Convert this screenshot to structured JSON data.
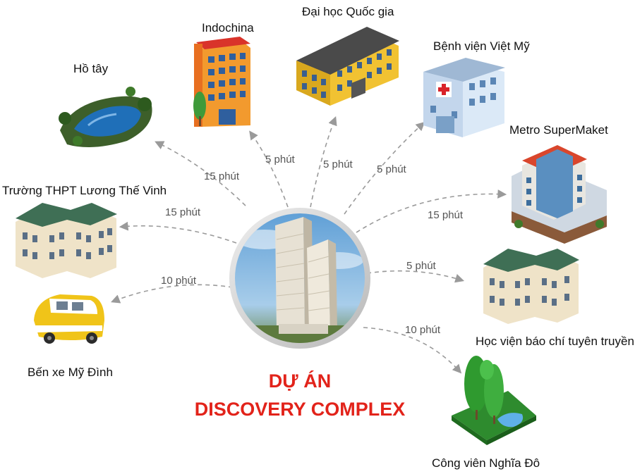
{
  "title": {
    "line1": "DỰ ÁN",
    "line2": "DISCOVERY COMPLEX",
    "color": "#e2231a"
  },
  "locations": {
    "ho_tay": {
      "label": "Hồ tây",
      "time": "15 phút"
    },
    "indochina": {
      "label": "Indochina",
      "time": "5 phút"
    },
    "dai_hoc": {
      "label": "Đại học Quốc gia",
      "time": "5 phút"
    },
    "benh_vien": {
      "label": "Bệnh viện Việt Mỹ",
      "time": "5 phút"
    },
    "metro": {
      "label": "Metro SuperMaket",
      "time": "15 phút"
    },
    "truong_thpt": {
      "label": "Trường THPT Lương Thế Vinh",
      "time": "15 phút"
    },
    "hoc_vien": {
      "label": "Học viện báo chí tuyên truyền",
      "time": "5 phút"
    },
    "ben_xe": {
      "label": "Bến xe Mỹ Đình",
      "time": "10 phút"
    },
    "cong_vien": {
      "label": "Công viên Nghĩa Đô",
      "time": "10 phút"
    }
  },
  "icons": {
    "center": "tower-photo-icon",
    "ho_tay": "lake-icon",
    "indochina": "orange-building-icon",
    "dai_hoc": "university-building-icon",
    "benh_vien": "hospital-icon",
    "metro": "supermarket-building-icon",
    "truong_thpt": "school-building-icon",
    "hoc_vien": "academy-building-icon",
    "ben_xe": "bus-icon",
    "cong_vien": "park-icon"
  }
}
